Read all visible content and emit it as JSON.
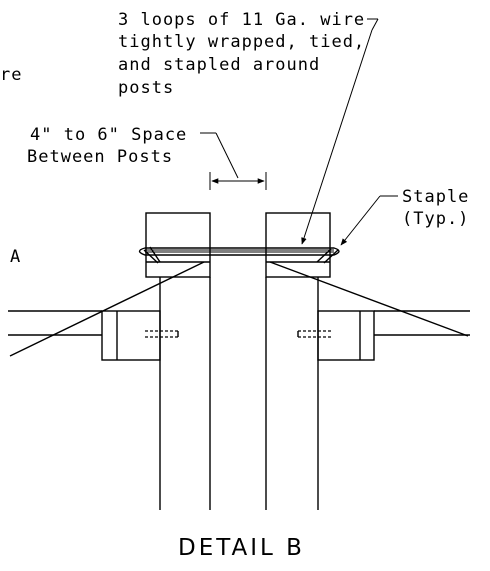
{
  "labels": {
    "wire_note": [
      "3 loops of 11 Ga. wire",
      "tightly wrapped, tied,",
      "and stapled around",
      "posts"
    ],
    "space_note": [
      "4\" to 6\" Space",
      "Between Posts"
    ],
    "staple_note": [
      "Staple",
      "(Typ.)"
    ],
    "left_fragment": "re",
    "left_letter": "A",
    "detail_title": "DETAIL B"
  }
}
